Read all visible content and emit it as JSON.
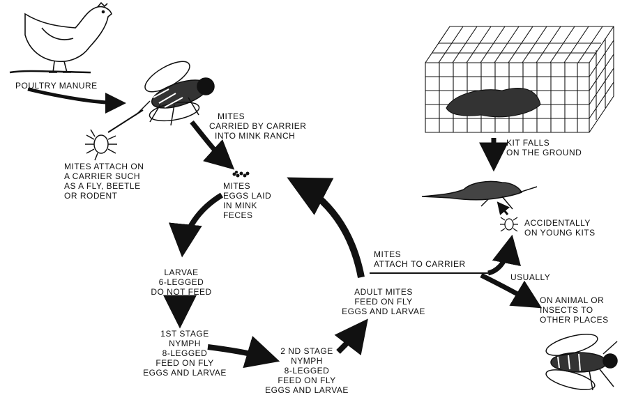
{
  "colors": {
    "ink": "#111111",
    "background": "#ffffff"
  },
  "labels": {
    "poultry_manure": "POULTRY MANURE",
    "mites_carried": [
      "MITES",
      "CARRIED BY CARRIER",
      "INTO MINK RANCH"
    ],
    "mites_attach_carrier": [
      "MITES ATTACH ON",
      "A CARRIER SUCH",
      "AS A FLY, BEETLE",
      "OR RODENT"
    ],
    "mites_eggs": [
      "MITES",
      "EGGS LAID",
      "IN MINK",
      "FECES"
    ],
    "larvae": [
      "LARVAE",
      "6-LEGGED",
      "DO NOT FEED"
    ],
    "first_nymph": [
      "1ST STAGE",
      "NYMPH",
      "8-LEGGED",
      "FEED ON FLY",
      "EGGS AND LARVAE"
    ],
    "second_nymph": [
      "2 ND STAGE",
      "NYMPH",
      "8-LEGGED",
      "FEED ON FLY",
      "EGGS AND LARVAE"
    ],
    "adult_mites": [
      "ADULT MITES",
      "FEED ON FLY",
      "EGGS AND LARVAE"
    ],
    "mites_attach_to_carrier": [
      "MITES",
      "ATTACH TO CARRIER"
    ],
    "usually": "USUALLY",
    "other_places": [
      "ON ANIMAL OR",
      "INSECTS TO",
      "OTHER PLACES"
    ],
    "kit_falls": [
      "KIT FALLS",
      "ON THE GROUND"
    ],
    "accidentally": [
      "ACCIDENTALLY",
      "ON YOUNG KITS"
    ]
  },
  "illustrations": [
    "chicken",
    "fly",
    "mite",
    "mite-eggs",
    "cage-with-mink",
    "mink-kit",
    "mite-small",
    "fly-bottom"
  ]
}
